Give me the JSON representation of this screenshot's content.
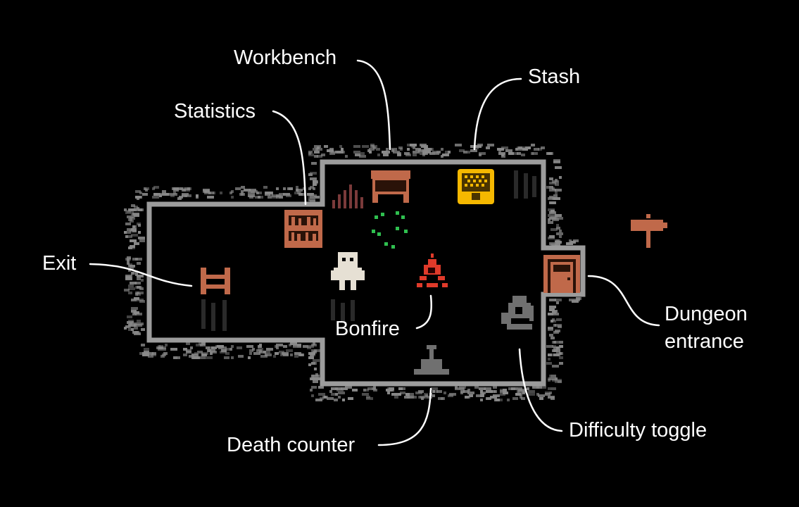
{
  "labels": {
    "workbench": "Workbench",
    "stash": "Stash",
    "statistics": "Statistics",
    "exit": "Exit",
    "bonfire": "Bonfire",
    "dungeon_entrance_line1": "Dungeon",
    "dungeon_entrance_line2": "entrance",
    "difficulty_toggle": "Difficulty toggle",
    "death_counter": "Death counter"
  },
  "colors": {
    "background": "#000000",
    "wall_stone": "#8a8a8a",
    "floor_outline": "#a0a0a0",
    "wood": "#c0694a",
    "stash_gold": "#f5b800",
    "fire": "#e03a2a",
    "grass": "#2fbf4f",
    "character": "#e6e0d4",
    "statue": "#707070",
    "label_text": "#ffffff"
  },
  "icons": {
    "statistics": "bookshelf-icon",
    "workbench": "workbench-table-icon",
    "stash": "treasure-chest-icon",
    "exit": "ladder-icon",
    "bonfire": "campfire-icon",
    "dungeon_entrance": "wooden-door-icon",
    "difficulty_toggle": "statue-icon",
    "death_counter": "gravestone-icon",
    "signpost": "signpost-icon",
    "player": "skeleton-character-icon"
  }
}
